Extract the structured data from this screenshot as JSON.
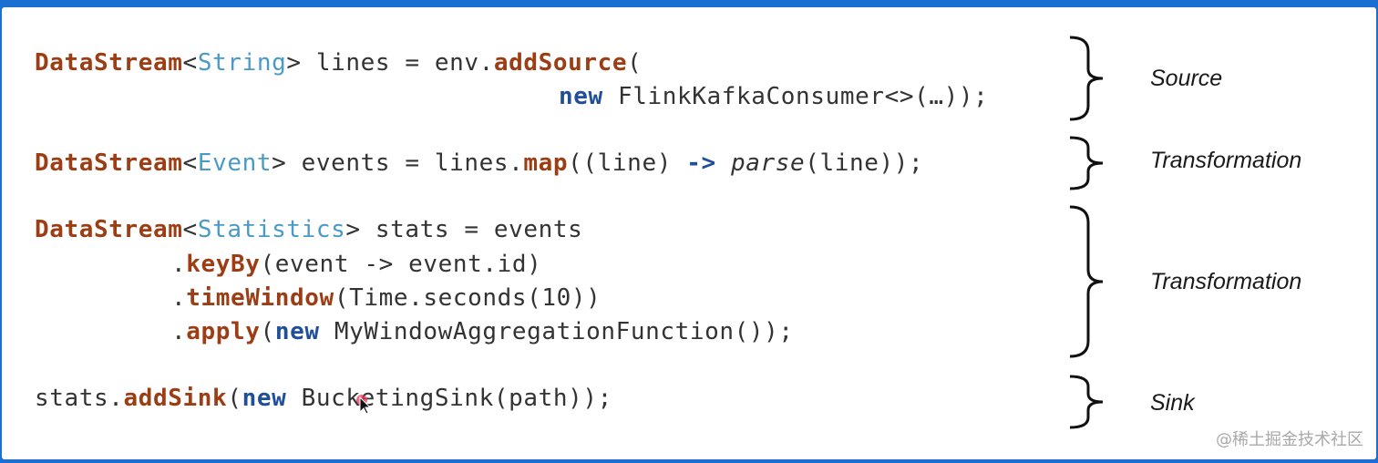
{
  "code": {
    "line1": {
      "type": "DataStream",
      "lt": "<",
      "generic": "String",
      "rest": "> lines = env.",
      "method": "addSource",
      "tail": "("
    },
    "line2": {
      "kw_new": "new",
      "rest": " FlinkKafkaConsumer<>(…));"
    },
    "line3": {
      "type": "DataStream",
      "lt": "<",
      "generic": "Event",
      "rest": "> events = lines.",
      "method": "map",
      "mid": "((line) ",
      "arrow": "->",
      "space": " ",
      "italic": "parse",
      "tail": "(line));"
    },
    "line4": {
      "type": "DataStream",
      "lt": "<",
      "generic": "Statistics",
      "rest": "> stats = events"
    },
    "line5": {
      "dot": ".",
      "method": "keyBy",
      "rest": "(event -> event.id)"
    },
    "line6": {
      "dot": ".",
      "method": "timeWindow",
      "rest": "(Time.seconds(10))"
    },
    "line7": {
      "dot": ".",
      "method": "apply",
      "paren": "(",
      "kw_new": "new",
      "rest": " MyWindowAggregationFunction());"
    },
    "line8": {
      "pre": "stats.",
      "method": "addSink",
      "paren": "(",
      "kw_new": "new",
      "rest": " BucketingSink(path));"
    }
  },
  "labels": {
    "source": "Source",
    "transformation1": "Transformation",
    "transformation2": "Transformation",
    "sink": "Sink"
  },
  "watermark": "@稀土掘金技术社区",
  "colors": {
    "background": "#1b6fd0",
    "type": "#9c3d14",
    "generic": "#4a9ac8",
    "keyword": "#1f4f9a",
    "text": "#333333"
  }
}
